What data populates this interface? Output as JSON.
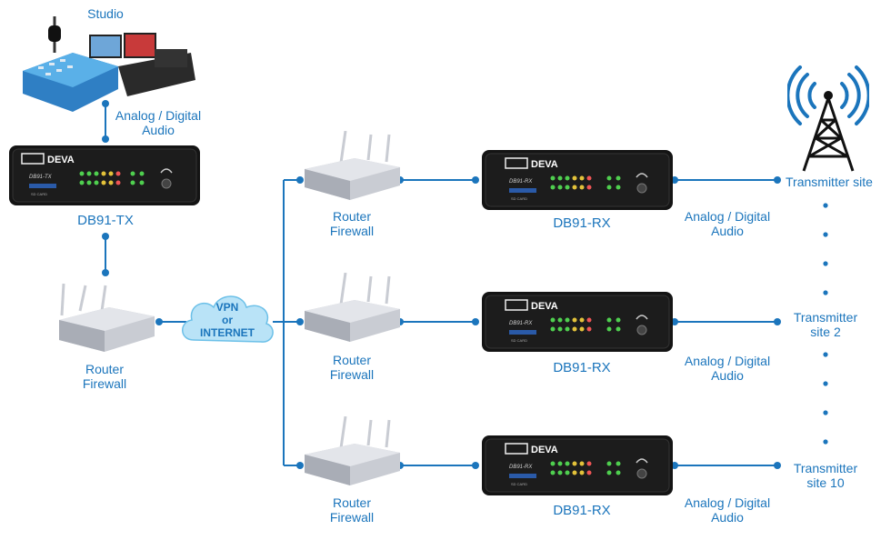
{
  "colors": {
    "line": "#1b75bc",
    "text": "#1b75bc",
    "device_body": "#141414",
    "router_body": "#c9ccd3",
    "cloud": "#b9e3f7"
  },
  "studio": {
    "label": "Studio",
    "link_label_1": "Analog / Digital",
    "link_label_2": "Audio"
  },
  "encoder": {
    "label": "DB91-TX",
    "brand": "DEVA",
    "model_badge": "DB91-TX",
    "card_slot": "SD CARD"
  },
  "left_router": {
    "line1": "Router",
    "line2": "Firewall"
  },
  "cloud": {
    "line1": "VPN",
    "line2": "or",
    "line3": "INTERNET"
  },
  "branches": [
    {
      "router_line1": "Router",
      "router_line2": "Firewall",
      "decoder_label": "DB91-RX",
      "audio_line1": "Analog / Digital",
      "audio_line2": "Audio",
      "site_line1": "Transmitter site",
      "site_line2": ""
    },
    {
      "router_line1": "Router",
      "router_line2": "Firewall",
      "decoder_label": "DB91-RX",
      "audio_line1": "Analog / Digital",
      "audio_line2": "Audio",
      "site_line1": "Transmitter",
      "site_line2": "site 2"
    },
    {
      "router_line1": "Router",
      "router_line2": "Firewall",
      "decoder_label": "DB91-RX",
      "audio_line1": "Analog / Digital",
      "audio_line2": "Audio",
      "site_line1": "Transmitter",
      "site_line2": "site 10"
    }
  ],
  "decoder_device": {
    "brand": "DEVA",
    "model_badge": "DB91-RX",
    "card_slot": "SD CARD"
  }
}
